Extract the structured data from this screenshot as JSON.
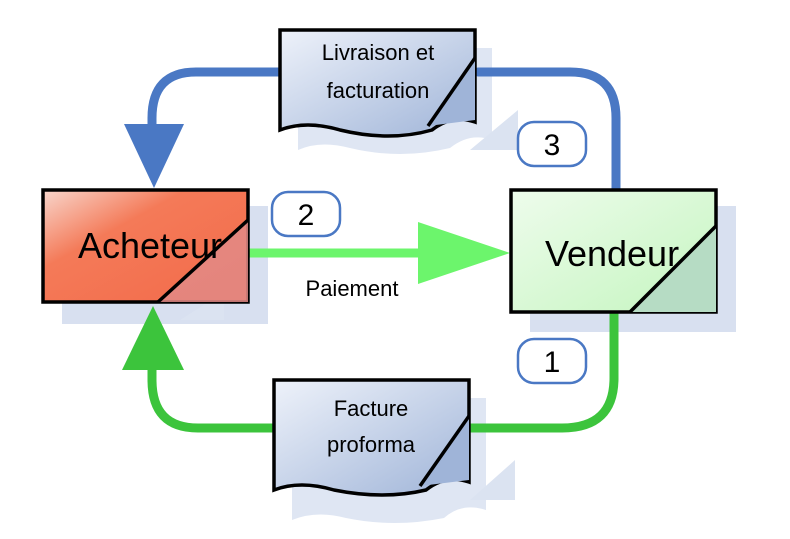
{
  "nodes": {
    "buyer": {
      "label": "Acheteur"
    },
    "seller": {
      "label": "Vendeur"
    },
    "doc_delivery": {
      "line1": "Livraison et",
      "line2": "facturation"
    },
    "doc_proforma": {
      "line1": "Facture",
      "line2": "proforma"
    }
  },
  "edges": {
    "payment": {
      "label": "Paiement",
      "step": "2"
    },
    "delivery": {
      "step": "3"
    },
    "proforma": {
      "step": "1"
    }
  },
  "colors": {
    "buyer_fill": "#f26a4a",
    "seller_fill": "#c8f6c4",
    "doc_fill": "#b6c6e2",
    "blue_arrow": "#4a78c4",
    "green_arrow": "#3cc43c",
    "light_green_arrow": "#6cf56c",
    "shadow": "#d6dff0"
  }
}
